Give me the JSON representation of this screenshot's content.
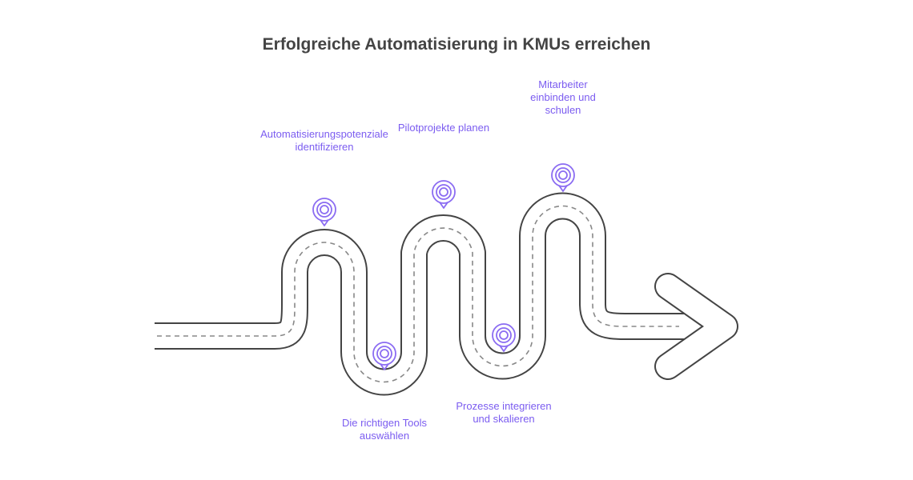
{
  "title": "Erfolgreiche Automatisierung in KMUs erreichen",
  "colors": {
    "road_fill": "#ffffff",
    "road_outline": "#444444",
    "dash": "#888888",
    "pin": "#8b6cf2",
    "label_text": "#7b5cf0",
    "title_text": "#444444"
  },
  "steps": [
    {
      "lines": [
        "Automatisierungspotenziale",
        "identifizieren"
      ],
      "position": "above"
    },
    {
      "lines": [
        "Die richtigen Tools",
        "auswählen"
      ],
      "position": "below"
    },
    {
      "lines": [
        "Pilotprojekte planen"
      ],
      "position": "above"
    },
    {
      "lines": [
        "Prozesse integrieren",
        "und skalieren"
      ],
      "position": "below"
    },
    {
      "lines": [
        "Mitarbeiter",
        "einbinden und",
        "schulen"
      ],
      "position": "above"
    }
  ]
}
